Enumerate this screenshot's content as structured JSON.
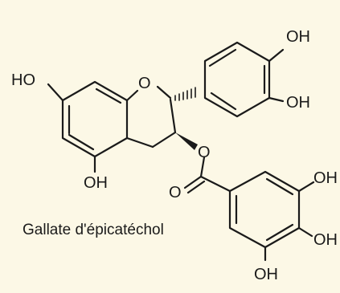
{
  "labels": {
    "oh_top_right": "OH",
    "oh_right": "OH",
    "ho_left": "HO",
    "ring_o": "O",
    "oh_bottom_left": "OH",
    "ester_o": "O",
    "carbonyl_o": "O",
    "oh_gallate_top": "OH",
    "oh_gallate_middle": "OH",
    "oh_gallate_bottom": "OH"
  },
  "caption": "Gallate d'épicatéchol",
  "colors": {
    "background": "#fcf8e6",
    "ink": "#1a1a1a"
  }
}
